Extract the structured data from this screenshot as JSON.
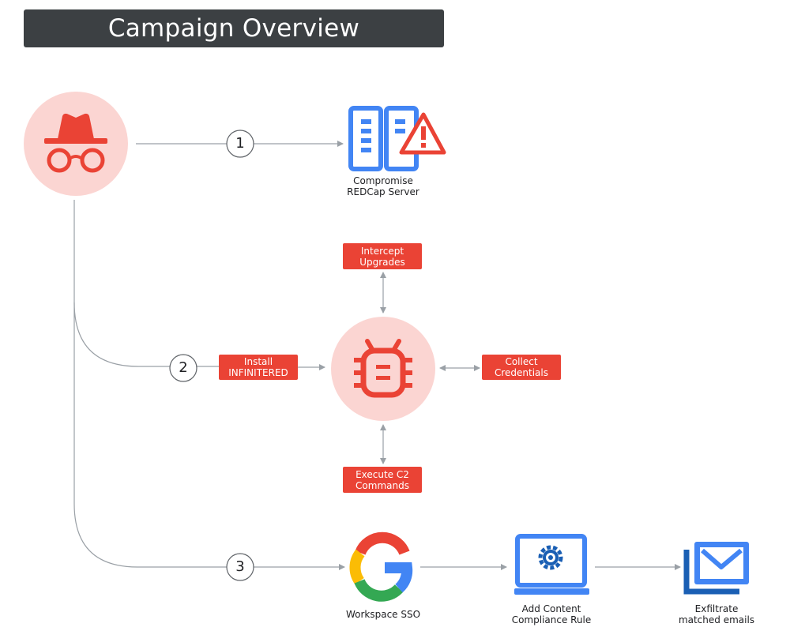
{
  "title": "Campaign Overview",
  "steps": {
    "s1": "1",
    "s2": "2",
    "s3": "3"
  },
  "nodes": {
    "redcap_server": "Compromise\nREDCap Server",
    "install": "Install\nINFINITERED",
    "intercept": "Intercept\nUpgrades",
    "collect": "Collect\nCredentials",
    "execute": "Execute C2\nCommands",
    "workspace_sso": "Workspace SSO",
    "compliance_rule": "Add Content\nCompliance Rule",
    "exfiltrate": "Exfiltrate\nmatched emails"
  },
  "icons": {
    "actor": "incognito-spy-icon",
    "server": "server-warning-icon",
    "malware": "bug-icon",
    "google": "google-g-icon",
    "settings": "laptop-gear-icon",
    "mail": "envelope-icon"
  },
  "colors": {
    "accent_red": "#ea4335",
    "soft_red": "#fbd5d2",
    "blue": "#4285f4",
    "dark_blue": "#1a5fb4",
    "title_bg": "#3c4043",
    "connector": "#9aa0a6"
  }
}
